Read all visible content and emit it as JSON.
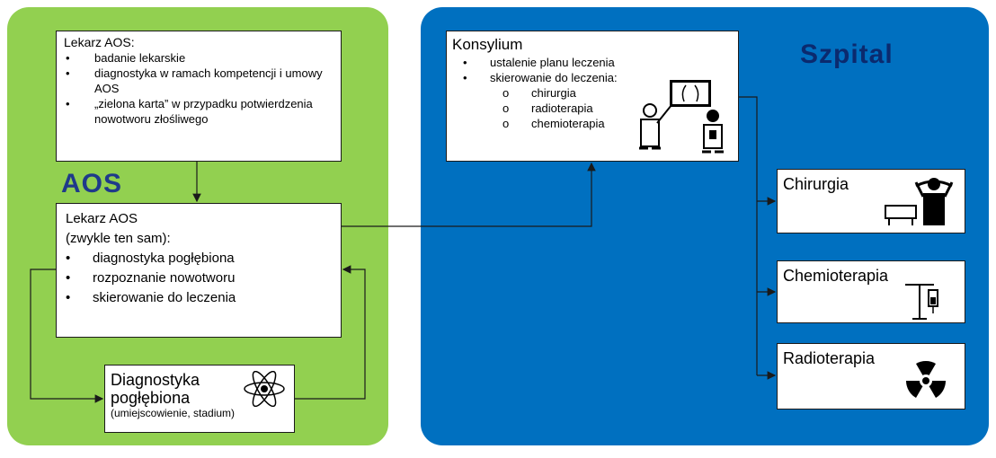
{
  "labels": {
    "aos": "AOS",
    "szpital": "Szpital"
  },
  "aos_box1": {
    "title": "Lekarz AOS:",
    "items": [
      "badanie lekarskie",
      "diagnostyka w ramach kompetencji i umowy AOS",
      "„zielona karta” w przypadku potwierdzenia nowotworu złośliwego"
    ]
  },
  "aos_box2": {
    "title": "Lekarz AOS",
    "subtitle": "(zwykle ten sam):",
    "items": [
      "diagnostyka pogłębiona",
      "rozpoznanie  nowotworu",
      "skierowanie do leczenia"
    ]
  },
  "diag_box": {
    "title_line1": "Diagnostyka",
    "title_line2": "pogłębiona",
    "note": "(umiejscowienie, stadium)"
  },
  "konsylium": {
    "title": "Konsylium",
    "items": [
      "ustalenie planu leczenia",
      "skierowanie do leczenia:"
    ],
    "subitems": [
      "chirurgia",
      "radioterapia",
      "chemioterapia"
    ]
  },
  "departments": {
    "chirurgia": "Chirurgia",
    "chemioterapia": "Chemioterapia",
    "radioterapia": "Radioterapia"
  },
  "colors": {
    "aos_panel": "#92d050",
    "szpital_panel": "#0070c0",
    "aos_label": "#1f3a8a",
    "szpital_label": "#0b2a6e"
  },
  "icons": [
    "atom-icon",
    "doctors-xray-icon",
    "surgeon-icon",
    "iv-drip-icon",
    "radiation-icon"
  ]
}
